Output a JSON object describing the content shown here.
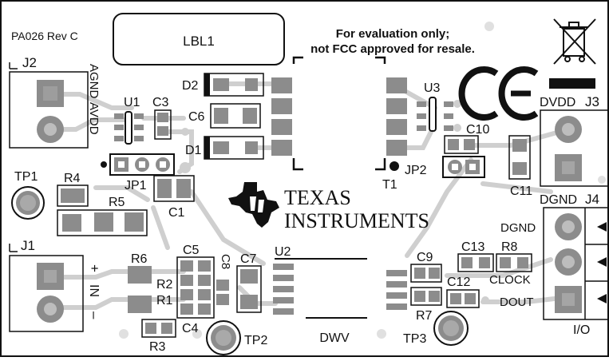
{
  "board": {
    "part_number": "PA026 Rev C",
    "label_box": "LBL1",
    "notice_line1": "For evaluation only;",
    "notice_line2": "not FCC approved for resale.",
    "brand_line1": "TEXAS",
    "brand_line2": "INSTRUMENTS",
    "ic_package": "DWV",
    "colors": {
      "background": "#ffffff",
      "trace": "#cccccc",
      "pad": "#8c8c8c",
      "silk": "#111111"
    }
  },
  "designators": {
    "J2": "J2",
    "J1": "J1",
    "J3": "J3",
    "J4": "J4",
    "U1": "U1",
    "U2": "U2",
    "U3": "U3",
    "C1": "C1",
    "C3": "C3",
    "C4": "C4",
    "C5": "C5",
    "C6": "C6",
    "C7": "C7",
    "C8": "C8",
    "C9": "C9",
    "C10": "C10",
    "C11": "C11",
    "C12": "C12",
    "C13": "C13",
    "D1": "D1",
    "D2": "D2",
    "R1": "R1",
    "R2": "R2",
    "R3": "R3",
    "R4": "R4",
    "R5": "R5",
    "R6": "R6",
    "R7": "R7",
    "R8": "R8",
    "JP1": "JP1",
    "JP2": "JP2",
    "TP1": "TP1",
    "TP2": "TP2",
    "TP3": "TP3",
    "T1": "T1"
  },
  "net_labels": {
    "agnd": "AGND",
    "avdd": "AVDD",
    "dvdd": "DVDD",
    "dgnd_j4": "DGND",
    "dgnd": "DGND",
    "clock": "CLOCK",
    "dout": "DOUT",
    "io": "I/O",
    "in": "IN",
    "plus": "+",
    "minus": "–"
  },
  "icons": {
    "ti_logo": "texas-state-logo-icon",
    "ce_mark": "ce-mark-icon",
    "weee": "crossed-out-bin-icon"
  }
}
